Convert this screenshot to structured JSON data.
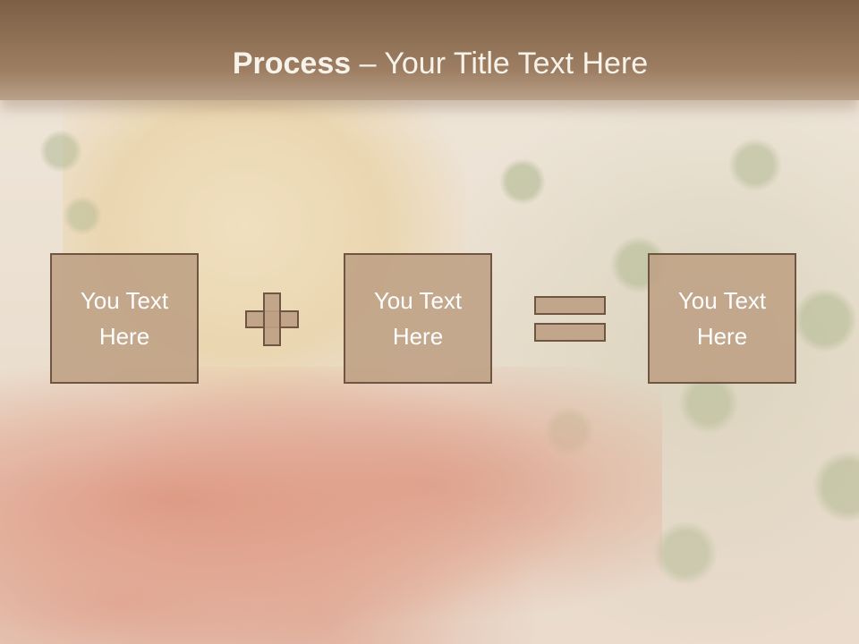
{
  "slide": {
    "title_bold": "Process",
    "title_rest": " – Your Title Text Here",
    "boxes": [
      {
        "text": "You Text\nHere"
      },
      {
        "text": "You Text\nHere"
      },
      {
        "text": "You Text\nHere"
      }
    ],
    "operators": [
      "plus-icon",
      "equals-icon"
    ],
    "colors": {
      "title_bar": "#8b6d52",
      "box_fill": "#bea084",
      "box_border": "#6e5643",
      "text": "#ffffff"
    }
  }
}
